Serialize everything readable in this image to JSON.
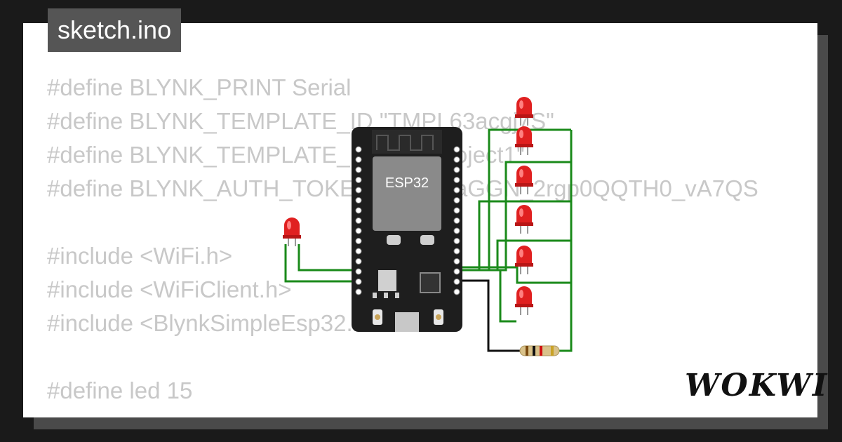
{
  "file_tab": {
    "name": "sketch.ino"
  },
  "code_lines": [
    "#define BLYNK_PRINT Serial",
    "#define BLYNK_TEMPLATE_ID \"TMPL63acgj7S\"",
    "#define BLYNK_TEMPLATE_NAME \"Project1\"",
    "#define BLYNK_AUTH_TOKEN \"ks_NPaGGN_2rgp0QQTH0_vA7QS",
    "",
    "#include <WiFi.h>",
    "#include <WiFiClient.h>",
    "#include <BlynkSimpleEsp32.h>",
    "",
    "#define led 15"
  ],
  "board": {
    "label": "ESP32"
  },
  "brand": {
    "logo_text": "WOKWI"
  },
  "colors": {
    "background": "#1a1a1a",
    "card": "#ffffff",
    "tab": "#555555",
    "code_text": "#c8c8c8",
    "board": "#1e1e1e",
    "wire": "#1a8a1a",
    "led": "#e02020"
  }
}
